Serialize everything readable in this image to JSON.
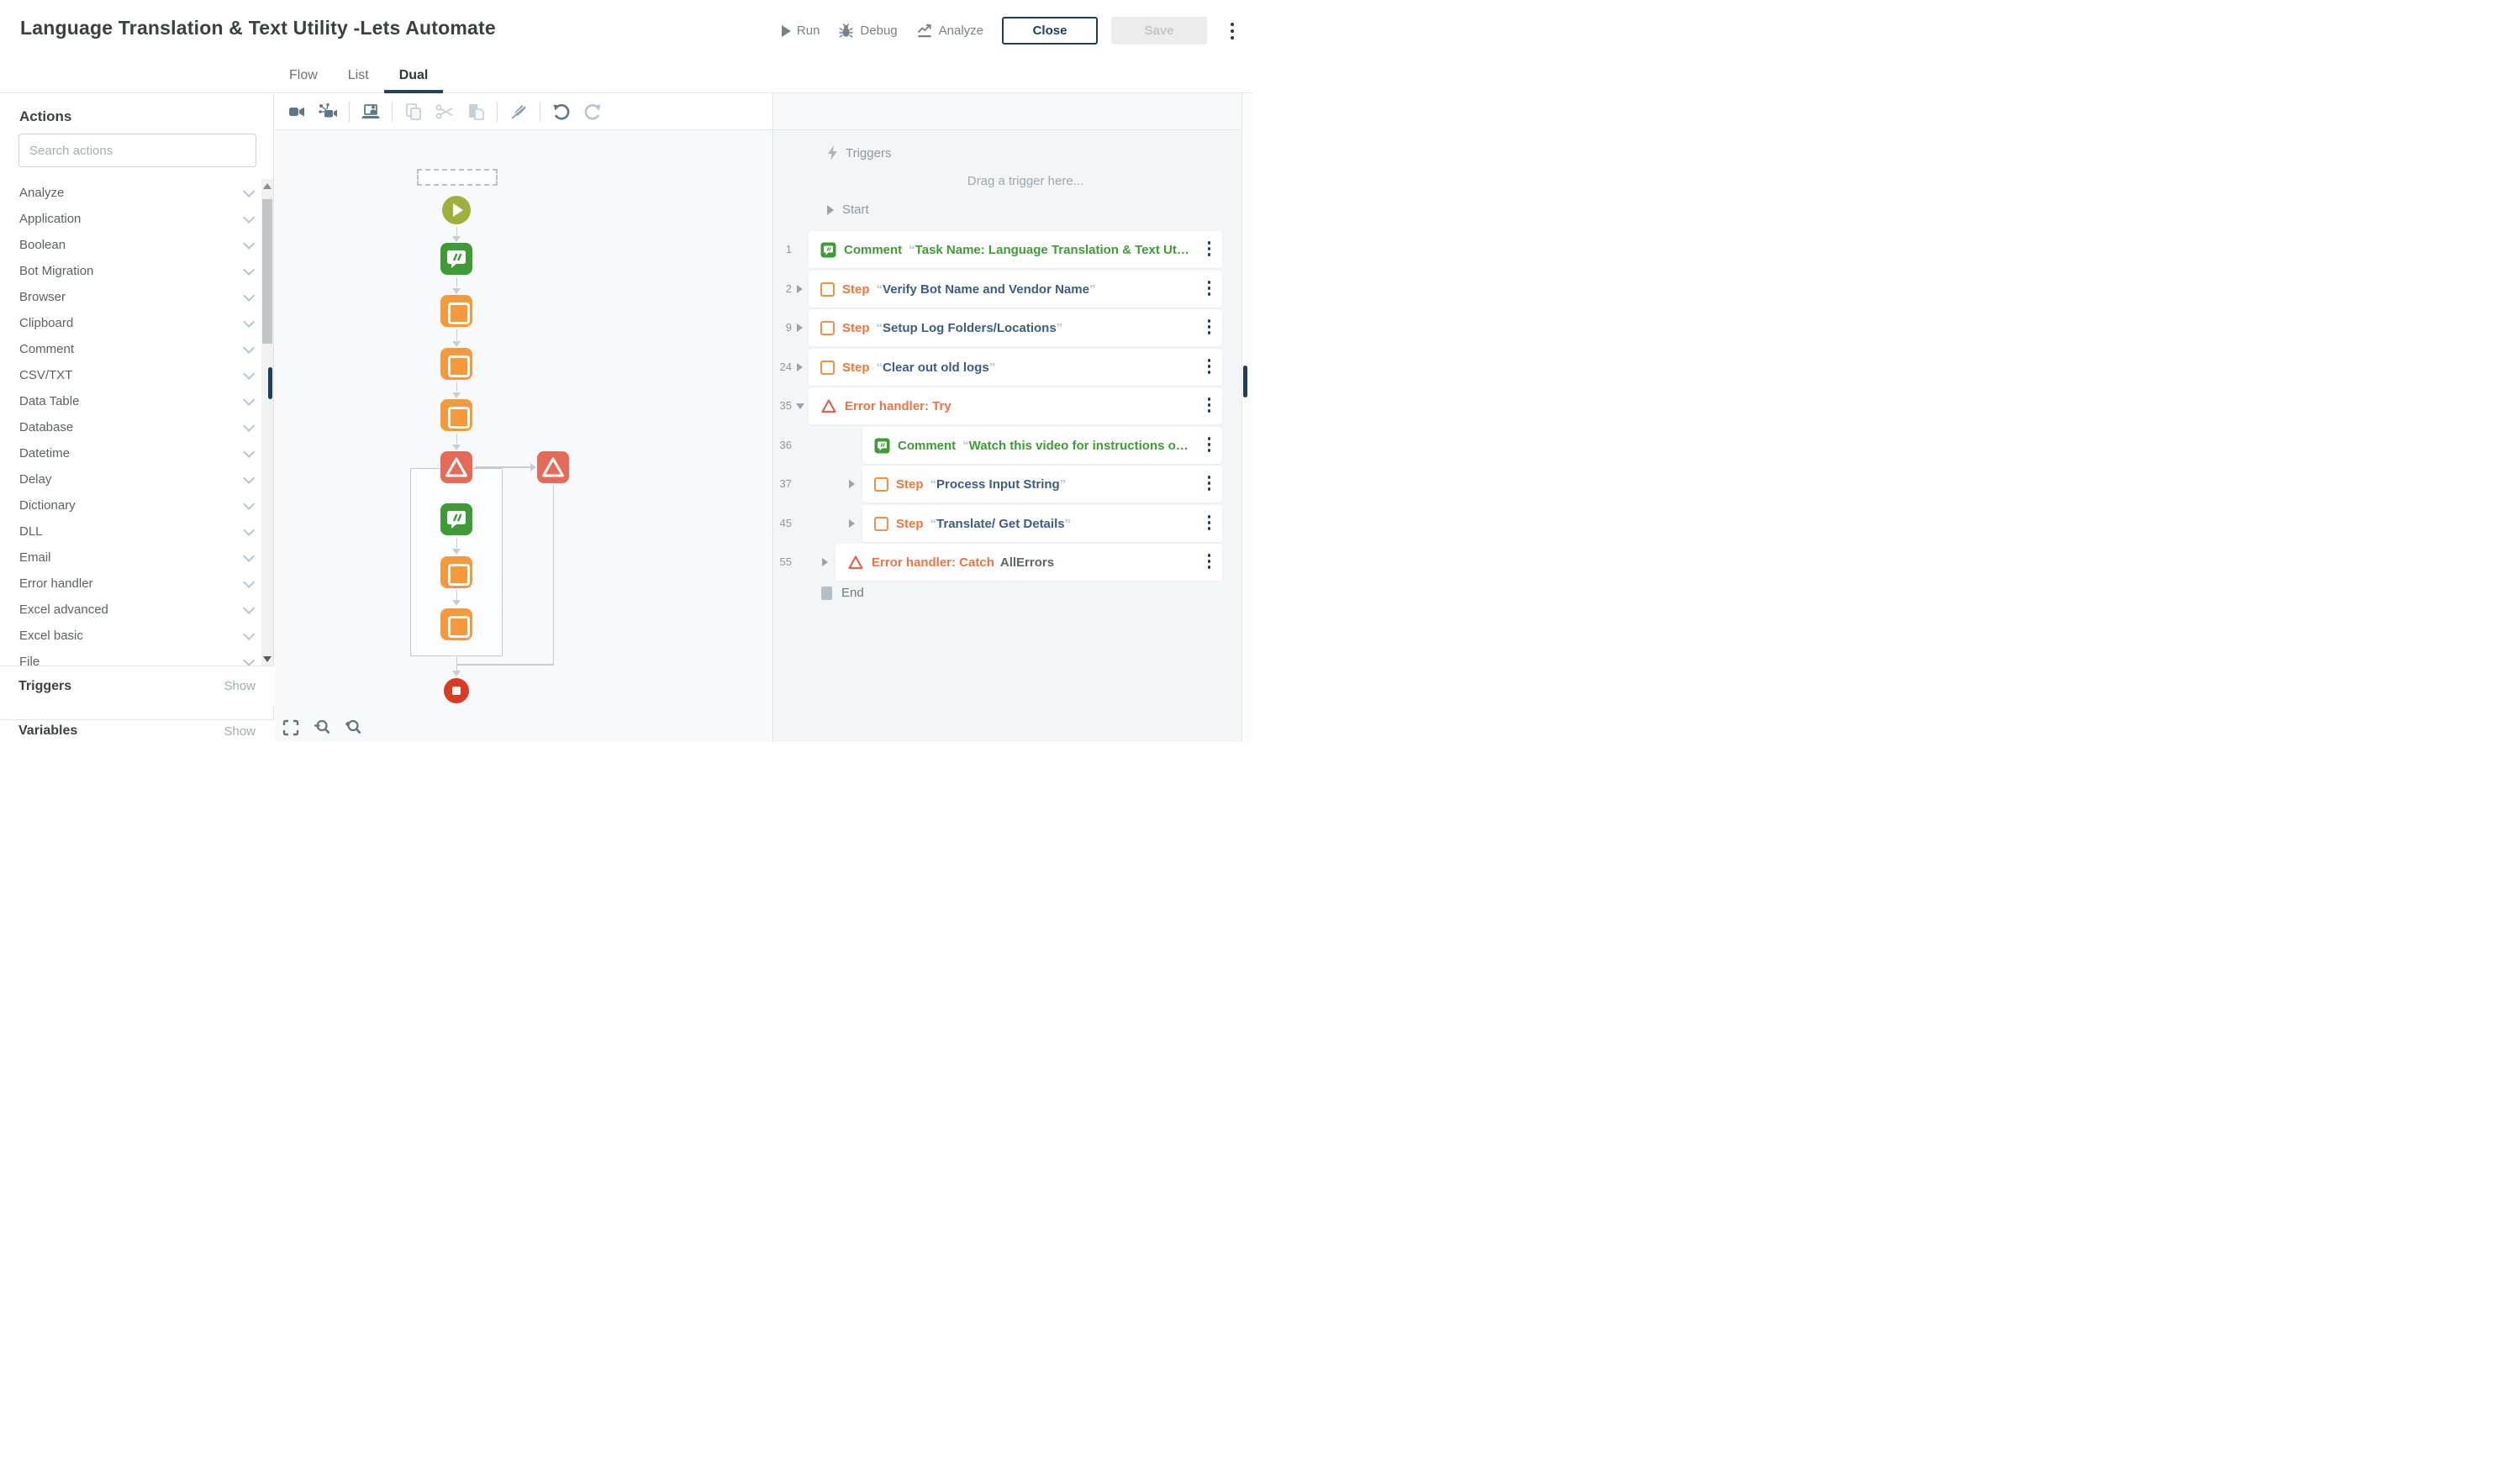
{
  "header": {
    "title": "Language Translation & Text Utility -Lets Automate",
    "run_label": "Run",
    "debug_label": "Debug",
    "analyze_label": "Analyze",
    "close_label": "Close",
    "save_label": "Save"
  },
  "tabs": [
    {
      "label": "Flow",
      "active": false
    },
    {
      "label": "List",
      "active": false
    },
    {
      "label": "Dual",
      "active": true
    }
  ],
  "sidebar": {
    "title": "Actions",
    "search_placeholder": "Search actions",
    "categories": [
      "Analyze",
      "Application",
      "Boolean",
      "Bot Migration",
      "Browser",
      "Clipboard",
      "Comment",
      "CSV/TXT",
      "Data Table",
      "Database",
      "Datetime",
      "Delay",
      "Dictionary",
      "DLL",
      "Email",
      "Error handler",
      "Excel advanced",
      "Excel basic",
      "File"
    ],
    "sections": [
      {
        "label": "Triggers",
        "action": "Show"
      },
      {
        "label": "Variables",
        "action": "Show"
      }
    ]
  },
  "canvas": {
    "toolbar_icons": [
      "record",
      "recorder-capture",
      "device-capture",
      "copy",
      "cut",
      "paste",
      "edit-disabled",
      "undo",
      "redo"
    ],
    "zoom_controls": [
      "fit-to-screen",
      "zoom-out",
      "zoom-in"
    ],
    "flow": {
      "main_sequence": [
        "start",
        "comment",
        "step",
        "step",
        "step",
        "error-try"
      ],
      "try_block": [
        "comment",
        "step",
        "step"
      ],
      "catch_branch": [
        "error-catch"
      ],
      "terminal": "end"
    }
  },
  "list_panel": {
    "triggers_label": "Triggers",
    "drag_hint": "Drag a trigger here...",
    "start_label": "Start",
    "end_label": "End",
    "rows": [
      {
        "num": "1",
        "type": "comment",
        "prefix": "Comment",
        "title": "Task Name: Language Translation & Text Ut",
        "truncated": true,
        "expand": null
      },
      {
        "num": "2",
        "type": "step",
        "prefix": "Step",
        "title": "Verify Bot Name and Vendor Name",
        "truncated": false,
        "expand": "collapsed"
      },
      {
        "num": "9",
        "type": "step",
        "prefix": "Step",
        "title": "Setup Log Folders/Locations",
        "truncated": false,
        "expand": "collapsed"
      },
      {
        "num": "24",
        "type": "step",
        "prefix": "Step",
        "title": "Clear out old logs",
        "truncated": false,
        "expand": "collapsed"
      },
      {
        "num": "35",
        "type": "error",
        "prefix": "Error handler: Try",
        "expand": "expanded"
      },
      {
        "num": "36",
        "type": "comment",
        "prefix": "Comment",
        "title": "Watch this video for instructions o",
        "truncated": true,
        "expand": null
      },
      {
        "num": "37",
        "type": "step",
        "prefix": "Step",
        "title": "Process Input String",
        "truncated": false,
        "expand": "collapsed"
      },
      {
        "num": "45",
        "type": "step",
        "prefix": "Step",
        "title": "Translate/ Get Details",
        "truncated": false,
        "expand": "collapsed"
      },
      {
        "num": "55",
        "type": "error",
        "prefix": "Error handler: Catch",
        "suffix": "AllErrors",
        "expand": "collapsed"
      }
    ]
  }
}
